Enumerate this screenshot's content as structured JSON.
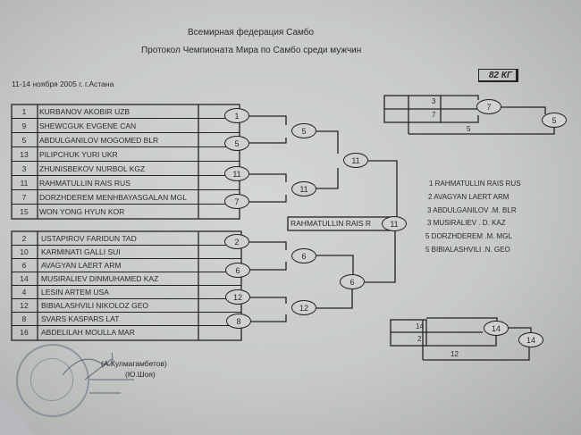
{
  "header": {
    "federation": "Всемирная федерация Самбо",
    "protocol": "Протокол Чемпионата Мира по Самбо  среди  мужчин",
    "date_place": "11-14 ноября 2005 г.   г.Астана",
    "weight_class": "82 КГ"
  },
  "pool_a": {
    "athletes": [
      {
        "num": "1",
        "name": "KURBANOV  AKOBIR   UZB"
      },
      {
        "num": "9",
        "name": "SHEWCGUK  EVGENE   CAN"
      },
      {
        "num": "5",
        "name": "ABDULGANILOV  MOGOMED   BLR"
      },
      {
        "num": "13",
        "name": "PILIPCHUK YURI  UKR"
      },
      {
        "num": "3",
        "name": "ZHUNISBEKOV   NURBOL  KGZ"
      },
      {
        "num": "11",
        "name": "RAHMATULLIN  RAIS  RUS"
      },
      {
        "num": "7",
        "name": "DORZHDEREM  MENHBAYASGALAN  MGL"
      },
      {
        "num": "15",
        "name": "WON  YONG  HYUN     KOR"
      }
    ],
    "round1_winners": [
      "1",
      "5",
      "11",
      "7"
    ],
    "round2_winners": [
      "5",
      "11"
    ],
    "pool_winner": "11"
  },
  "pool_b": {
    "athletes": [
      {
        "num": "2",
        "name": "USTAPIROV  FARIDUN   TAD"
      },
      {
        "num": "10",
        "name": "KARMINATI  GALLI  SUI"
      },
      {
        "num": "6",
        "name": "AVAGYAN  LAERT   ARM"
      },
      {
        "num": "14",
        "name": "MUSIRALIEV  DINMUHAMED   KAZ"
      },
      {
        "num": "4",
        "name": "LESIN  ARTEM    USA"
      },
      {
        "num": "12",
        "name": "BIBIALASHVILI   NIKOLOZ  GEO"
      },
      {
        "num": "8",
        "name": "SVARS  KASPARS  LAT"
      },
      {
        "num": "16",
        "name": "ABDELILAH   MOULLA   MAR"
      }
    ],
    "round1_winners": [
      "2",
      "6",
      "12",
      "8"
    ],
    "round2_winners": [
      "6",
      "12"
    ],
    "pool_winner": "6"
  },
  "final": {
    "winner_name": "RAHMATULLIN  RAIS  R",
    "winner_num": "11"
  },
  "repechage_top": {
    "entries": [
      "3",
      "7"
    ],
    "match1": "7",
    "bye": "5",
    "winner": "5"
  },
  "repechage_bottom": {
    "entries": [
      "14",
      "2"
    ],
    "match1": "14",
    "bye": "12",
    "winner": "14"
  },
  "results": [
    "1 RAHMATULLIN   RAIS   RUS",
    "2 AVAGYAN  LAERT   ARM",
    "3 ABDULGANILOV   .M.   BLR",
    "3 MUSIRALIEV . D.   KAZ",
    "5 DORZHDEREM  .M.  MGL",
    "5 BIBIALASHVILI   .N.  GEO"
  ],
  "signatures": {
    "line1": "(А.Кулмагамбетов)",
    "line2": "(Ю.Шоя)"
  }
}
